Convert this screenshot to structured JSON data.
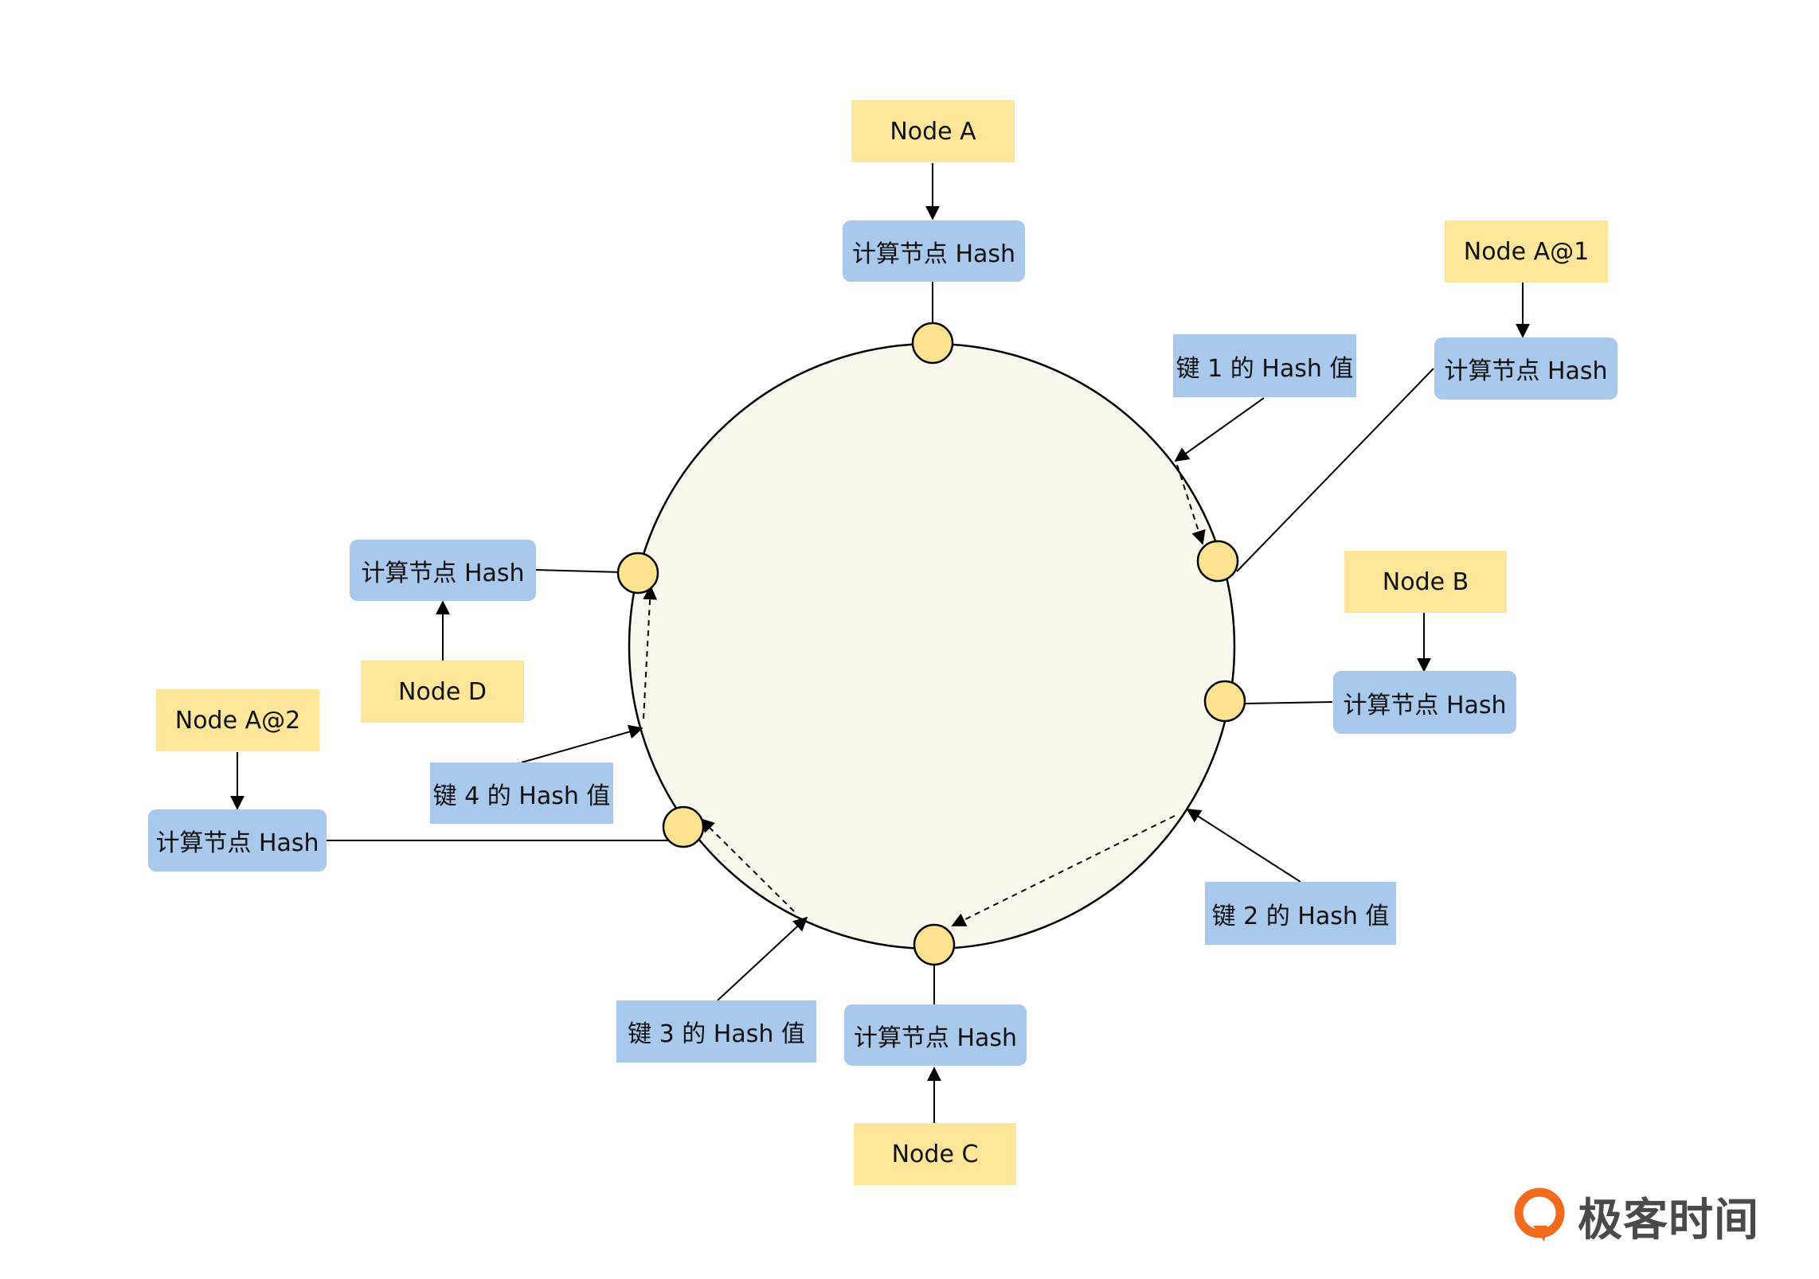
{
  "nodes": {
    "a": "Node A",
    "a1": "Node A@1",
    "a2": "Node A@2",
    "b": "Node B",
    "c": "Node C",
    "d": "Node D"
  },
  "hash": {
    "compute_label": "计算节点 Hash"
  },
  "keys": {
    "k1": "键 1 的 Hash 值",
    "k2": "键 2 的 Hash 值",
    "k3": "键 3 的 Hash 值",
    "k4": "键 4 的 Hash 值"
  },
  "brand": {
    "name": "极客时间"
  },
  "colors": {
    "ring_fill": "#faf8ed",
    "node_point": "#fde38f",
    "node_label_bg": "#fde59a",
    "hash_label_bg": "#a8c8ec",
    "logo_orange": "#f26b1d"
  }
}
